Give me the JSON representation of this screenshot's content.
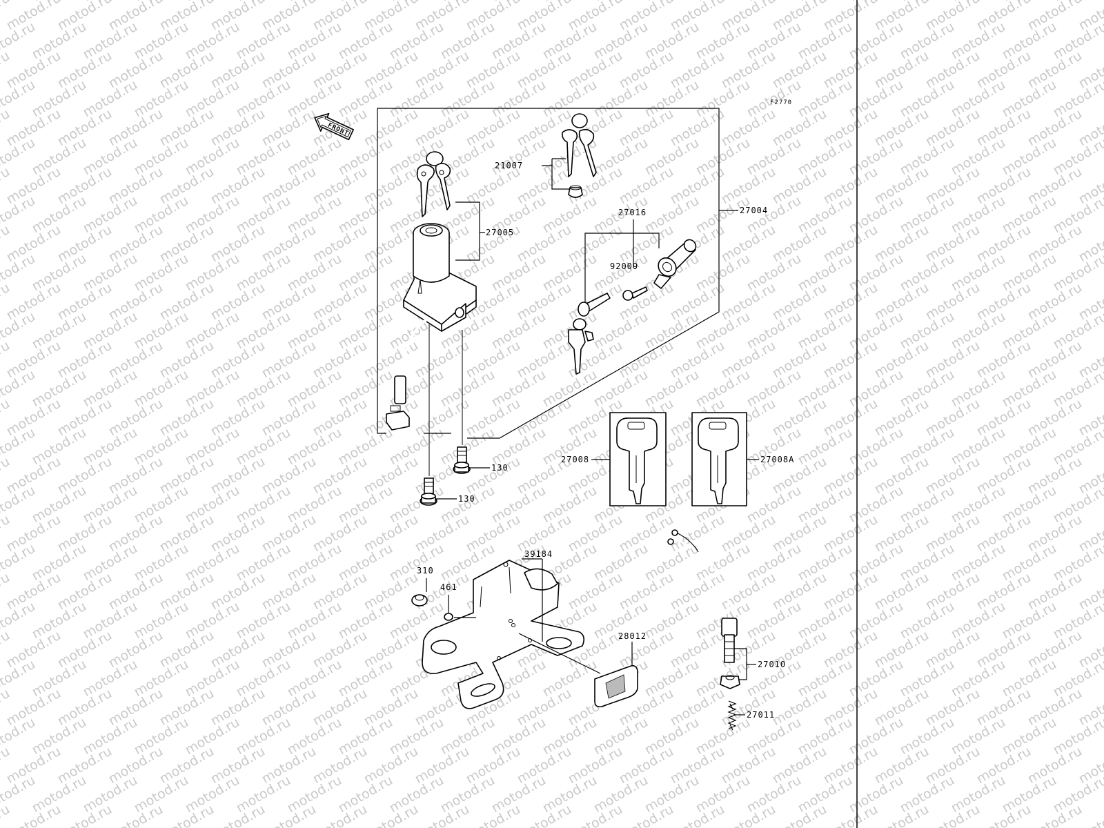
{
  "figure_code": "F2770",
  "direction_label": "FRONT",
  "watermark_text": "motod.ru",
  "callouts": {
    "p21007": "21007",
    "p27004": "27004",
    "p27005": "27005",
    "p27016": "27016",
    "p92009": "92009",
    "p27008": "27008",
    "p27008A": "27008A",
    "p130a": "130",
    "p130b": "130",
    "p39184": "39184",
    "p310": "310",
    "p461": "461",
    "p28012": "28012",
    "p27010": "27010",
    "p27011": "27011"
  },
  "colors": {
    "line": "#000000",
    "watermark": "#c9c9c9",
    "background": "#ffffff"
  }
}
